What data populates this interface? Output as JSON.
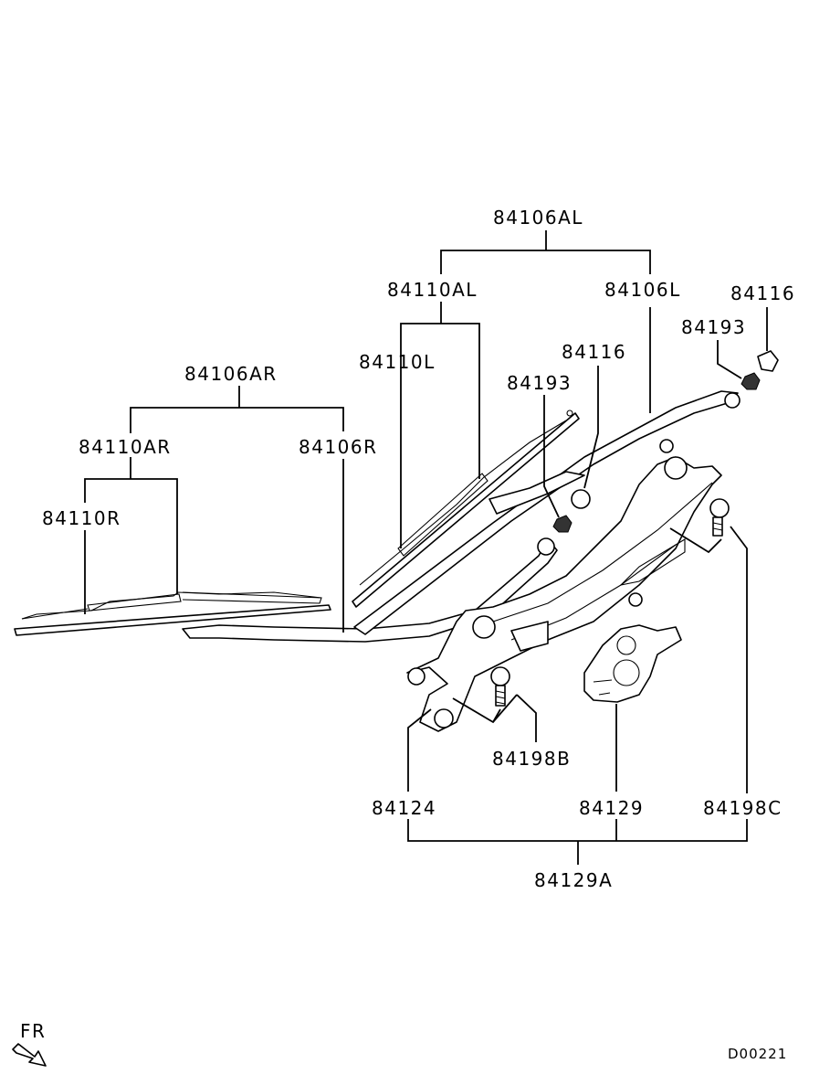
{
  "labels": {
    "p84106AL": "84106AL",
    "p84110AL": "84110AL",
    "p84106L": "84106L",
    "p84116_right": "84116",
    "p84193_right": "84193",
    "p84116_center": "84116",
    "p84193_center": "84193",
    "p84110L": "84110L",
    "p84106AR": "84106AR",
    "p84110AR": "84110AR",
    "p84106R": "84106R",
    "p84110R": "84110R",
    "p84198B": "84198B",
    "p84124": "84124",
    "p84129": "84129",
    "p84198C": "84198C",
    "p84129A": "84129A"
  },
  "direction_indicator": {
    "text": "FR",
    "icon": "arrow-down-right-icon"
  },
  "diagram_code": "D00221"
}
